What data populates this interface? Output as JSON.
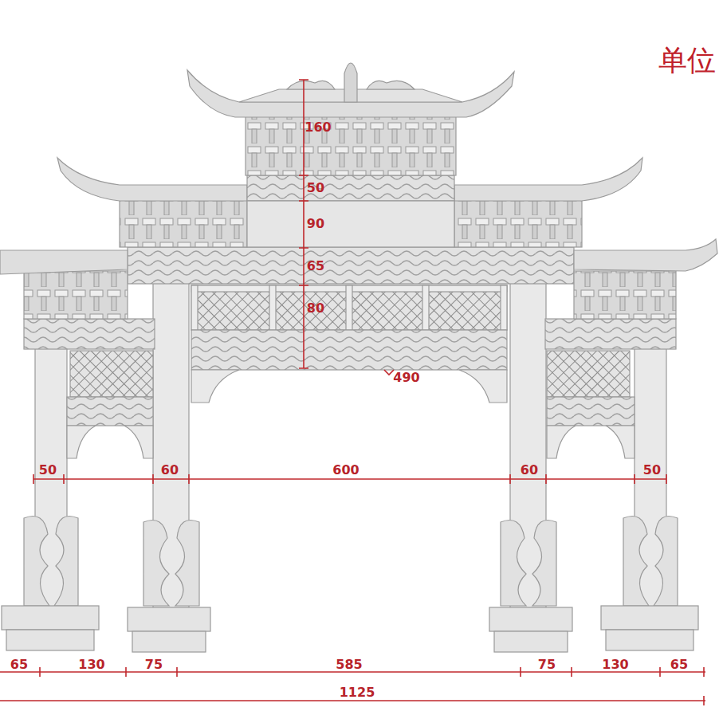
{
  "diagram": {
    "labels": [
      "单位",
      "160",
      "50",
      "90",
      "65",
      "80",
      "490",
      "50",
      "60",
      "600",
      "60",
      "50",
      "65",
      "130",
      "75",
      "585",
      "75",
      "130",
      "65",
      "1125"
    ]
  }
}
